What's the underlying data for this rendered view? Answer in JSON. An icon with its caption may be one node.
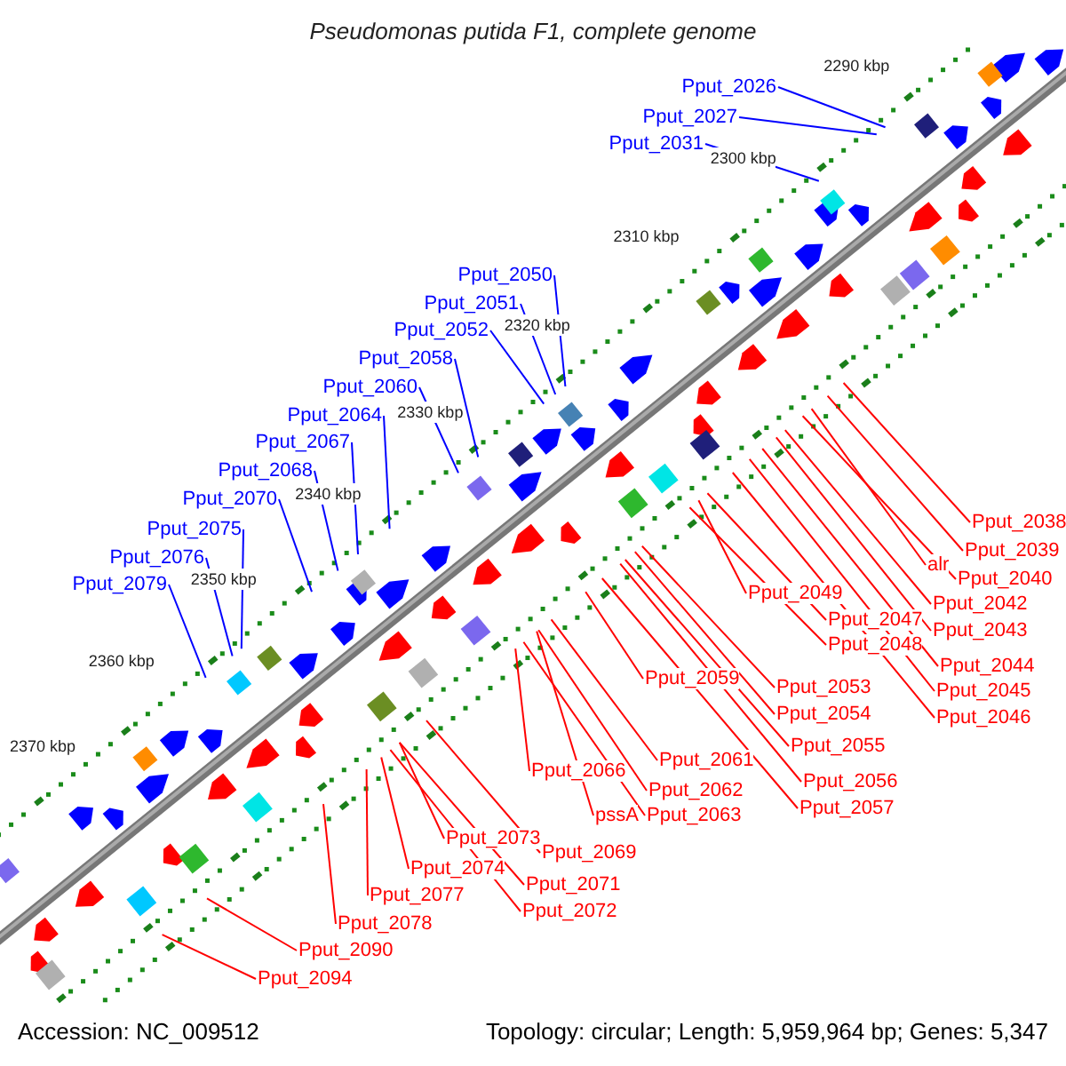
{
  "diagram": {
    "title": "Pseudomonas putida F1, complete genome",
    "nodes": [
      {
        "text": [
          "Pput_2026"
        ]
      },
      {
        "text": [
          "Pput_2027"
        ]
      },
      {
        "text": [
          "Pput_2031"
        ]
      },
      {
        "text": [
          "Pput_2050"
        ]
      },
      {
        "text": [
          "Pput_2051"
        ]
      },
      {
        "text": [
          "Pput_2052"
        ]
      },
      {
        "text": [
          "Pput_2058"
        ]
      },
      {
        "text": [
          "Pput_2060"
        ]
      },
      {
        "text": [
          "Pput_2064"
        ]
      },
      {
        "text": [
          "Pput_2067"
        ]
      },
      {
        "text": [
          "Pput_2068"
        ]
      },
      {
        "text": [
          "Pput_2070"
        ]
      },
      {
        "text": [
          "Pput_2075"
        ]
      },
      {
        "text": [
          "Pput_2076"
        ]
      },
      {
        "text": [
          "Pput_2079"
        ]
      },
      {
        "text": [
          "Pput_2038"
        ]
      },
      {
        "text": [
          "Pput_2039"
        ]
      },
      {
        "text": [
          "alr"
        ]
      },
      {
        "text": [
          "Pput_2040"
        ]
      },
      {
        "text": [
          "Pput_2042"
        ]
      },
      {
        "text": [
          "Pput_2043"
        ]
      },
      {
        "text": [
          "Pput_2044"
        ]
      },
      {
        "text": [
          "Pput_2045"
        ]
      },
      {
        "text": [
          "Pput_2046"
        ]
      },
      {
        "text": [
          "Pput_2049"
        ]
      },
      {
        "text": [
          "Pput_2047"
        ]
      },
      {
        "text": [
          "Pput_2048"
        ]
      },
      {
        "text": [
          "Pput_2053"
        ]
      },
      {
        "text": [
          "Pput_2054"
        ]
      },
      {
        "text": [
          "Pput_2055"
        ]
      },
      {
        "text": [
          "Pput_2059"
        ]
      },
      {
        "text": [
          "Pput_2056"
        ]
      },
      {
        "text": [
          "Pput_2057"
        ]
      },
      {
        "text": [
          "Pput_2061"
        ]
      },
      {
        "text": [
          "Pput_2062"
        ]
      },
      {
        "text": [
          "Pput_2063"
        ]
      },
      {
        "text": [
          "pssA"
        ]
      },
      {
        "text": [
          "Pput_2066"
        ]
      },
      {
        "text": [
          "Pput_2069"
        ]
      },
      {
        "text": [
          "Pput_2073"
        ]
      },
      {
        "text": [
          "Pput_2074"
        ]
      },
      {
        "text": [
          "Pput_2071"
        ]
      },
      {
        "text": [
          "Pput_2072"
        ]
      },
      {
        "text": [
          "Pput_2077"
        ]
      },
      {
        "text": [
          "Pput_2078"
        ]
      },
      {
        "text": [
          "Pput_2090"
        ]
      },
      {
        "text": [
          "Pput_2094"
        ]
      }
    ],
    "edges": [
      {
        "from": 0,
        "to": null,
        "arrow": "none",
        "color": "#0000ff"
      },
      {
        "from": 1,
        "to": null,
        "arrow": "none",
        "color": "#0000ff"
      },
      {
        "from": 2,
        "to": null,
        "arrow": "none",
        "color": "#0000ff"
      },
      {
        "from": 3,
        "to": null,
        "arrow": "none",
        "color": "#0000ff"
      },
      {
        "from": 4,
        "to": null,
        "arrow": "none",
        "color": "#0000ff"
      },
      {
        "from": 5,
        "to": null,
        "arrow": "none",
        "color": "#0000ff"
      },
      {
        "from": 6,
        "to": null,
        "arrow": "none",
        "color": "#0000ff"
      },
      {
        "from": 7,
        "to": null,
        "arrow": "none",
        "color": "#0000ff"
      },
      {
        "from": 8,
        "to": null,
        "arrow": "none",
        "color": "#0000ff"
      },
      {
        "from": 9,
        "to": null,
        "arrow": "none",
        "color": "#0000ff"
      },
      {
        "from": 10,
        "to": null,
        "arrow": "none",
        "color": "#0000ff"
      },
      {
        "from": 11,
        "to": null,
        "arrow": "none",
        "color": "#0000ff"
      },
      {
        "from": 12,
        "to": null,
        "arrow": "none",
        "color": "#0000ff"
      },
      {
        "from": 13,
        "to": null,
        "arrow": "none",
        "color": "#0000ff"
      },
      {
        "from": 14,
        "to": null,
        "arrow": "none",
        "color": "#0000ff"
      },
      {
        "from": 15,
        "to": null,
        "arrow": "none"
      },
      {
        "from": 16,
        "to": null,
        "arrow": "none"
      },
      {
        "from": 17,
        "to": null,
        "arrow": "none"
      },
      {
        "from": 18,
        "to": null,
        "arrow": "none"
      },
      {
        "from": 19,
        "to": null,
        "arrow": "none"
      },
      {
        "from": 20,
        "to": null,
        "arrow": "none"
      },
      {
        "from": 21,
        "to": null,
        "arrow": "none"
      },
      {
        "from": 22,
        "to": null,
        "arrow": "none"
      },
      {
        "from": 23,
        "to": null,
        "arrow": "none"
      },
      {
        "from": 24,
        "to": null,
        "arrow": "none"
      },
      {
        "from": 25,
        "to": null,
        "arrow": "none"
      },
      {
        "from": 26,
        "to": null,
        "arrow": "none"
      },
      {
        "from": 27,
        "to": null,
        "arrow": "none"
      },
      {
        "from": 28,
        "to": null,
        "arrow": "none"
      },
      {
        "from": 29,
        "to": null,
        "arrow": "none"
      },
      {
        "from": 30,
        "to": null,
        "arrow": "none"
      },
      {
        "from": 31,
        "to": null,
        "arrow": "none"
      },
      {
        "from": 32,
        "to": null,
        "arrow": "none"
      },
      {
        "from": 33,
        "to": null,
        "arrow": "none"
      },
      {
        "from": 34,
        "to": null,
        "arrow": "none"
      },
      {
        "from": 35,
        "to": null,
        "arrow": "none"
      },
      {
        "from": 36,
        "to": null,
        "arrow": "none"
      },
      {
        "from": 37,
        "to": null,
        "arrow": "none"
      },
      {
        "from": 38,
        "to": null,
        "arrow": "none"
      },
      {
        "from": 39,
        "to": null,
        "arrow": "none"
      },
      {
        "from": 40,
        "to": null,
        "arrow": "none"
      },
      {
        "from": 41,
        "to": null,
        "arrow": "none"
      },
      {
        "from": 42,
        "to": null,
        "arrow": "none"
      },
      {
        "from": 43,
        "to": null,
        "arrow": "none"
      },
      {
        "from": 44,
        "to": null,
        "arrow": "none"
      },
      {
        "from": 45,
        "to": null,
        "arrow": "none"
      },
      {
        "from": 46,
        "to": null,
        "arrow": "none"
      }
    ],
    "labels": [
      "2290 kbp",
      "2300 kbp",
      "2310 kbp",
      "2320 kbp",
      "2330 kbp",
      "2340 kbp",
      "2350 kbp",
      "2360 kbp",
      "2370 kbp",
      "Accession: NC_009512",
      "Topology: circular; Length: 5,959,964 bp; Genes: 5,347"
    ]
  }
}
